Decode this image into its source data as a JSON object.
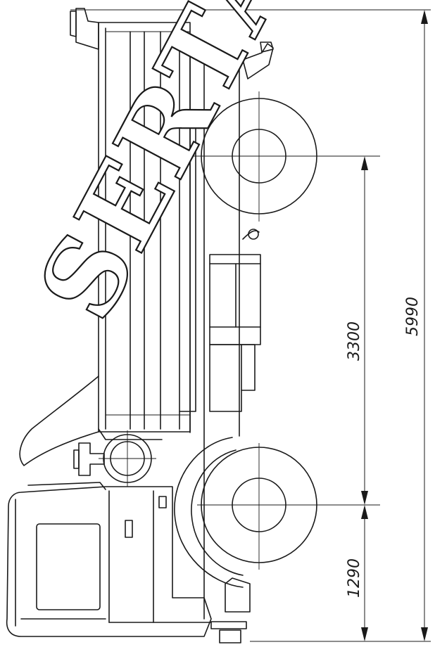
{
  "dimensions": {
    "front_overhang": "1290",
    "wheelbase": "3300",
    "overall_length": "5990"
  },
  "watermark": {
    "text": "SERTA"
  },
  "colors": {
    "line": "#1a1a1a",
    "background": "#ffffff"
  }
}
